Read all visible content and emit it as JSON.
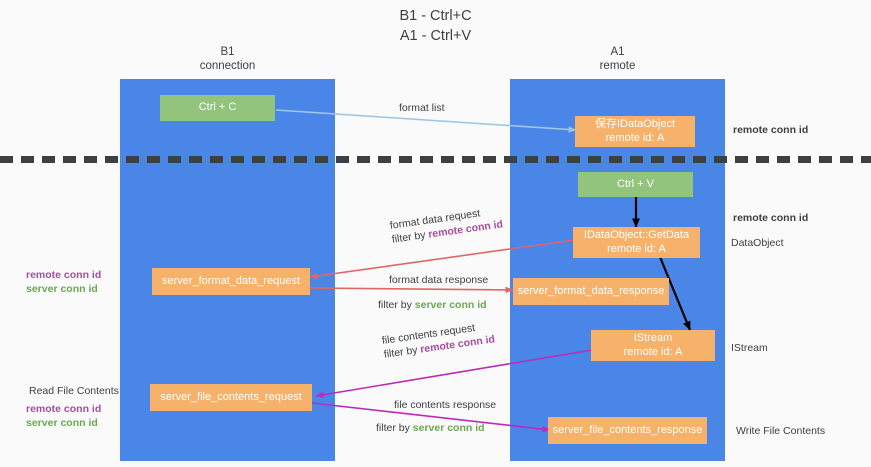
{
  "title": {
    "line1": "B1 - Ctrl+C",
    "line2": "A1 - Ctrl+V"
  },
  "columns": [
    {
      "name": "B1",
      "role": "connection"
    },
    {
      "name": "A1",
      "role": "remote"
    }
  ],
  "nodes": {
    "ctrl_c": {
      "label": "Ctrl + C"
    },
    "ctrl_v": {
      "label": "Ctrl + V"
    },
    "save_idataobject": {
      "line1": "保存IDataObject",
      "line2": "remote id: A"
    },
    "getdata": {
      "line1": "IDataObject::GetData",
      "line2": "remote id: A"
    },
    "istream": {
      "line1": "IStream",
      "line2": "remote id: A"
    },
    "server_format_data_request": {
      "label": "server_format_data_request"
    },
    "server_format_data_response": {
      "label": "server_format_data_response"
    },
    "server_file_contents_request": {
      "label": "server_file_contents_request"
    },
    "server_file_contents_response": {
      "label": "server_file_contents_response"
    }
  },
  "edge_labels": {
    "format_list": "format list",
    "format_data_request": "format data request",
    "format_data_request_filter_prefix": "filter by ",
    "format_data_request_filter_key": "remote conn id",
    "format_data_response": "format data response",
    "format_data_response_filter_prefix": "filter by ",
    "format_data_response_filter_key": "server conn id",
    "file_contents_request": "file contents request",
    "file_contents_request_filter_prefix": "filter by ",
    "file_contents_request_filter_key": "remote conn id",
    "file_contents_response": "file contents response",
    "file_contents_response_filter_prefix": "filter by ",
    "file_contents_response_filter_key": "server conn id"
  },
  "side_labels": {
    "right_remote_conn_id_top": "remote conn id",
    "right_remote_conn_id_mid": "remote conn id",
    "right_dataobject": "DataObject",
    "right_istream": "IStream",
    "right_write_file_contents": "Write File Contents",
    "left_remote_conn_id_mid": "remote conn id",
    "left_server_conn_id_mid": "server conn id",
    "left_read_file_contents": "Read File Contents",
    "left_remote_conn_id_bottom": "remote conn id",
    "left_server_conn_id_bottom": "server conn id"
  },
  "colors": {
    "lane": "#4a86e8",
    "green_node": "#93c47d",
    "orange_node": "#f6b26b",
    "purple_text": "#a64d9e",
    "green_text": "#6aa84f",
    "arrow_blue": "#9fc5e8",
    "arrow_red": "#e06666",
    "arrow_magenta": "#c028b9",
    "arrow_black": "#000000",
    "divider": "#3c4043",
    "background": "#fafafa"
  }
}
